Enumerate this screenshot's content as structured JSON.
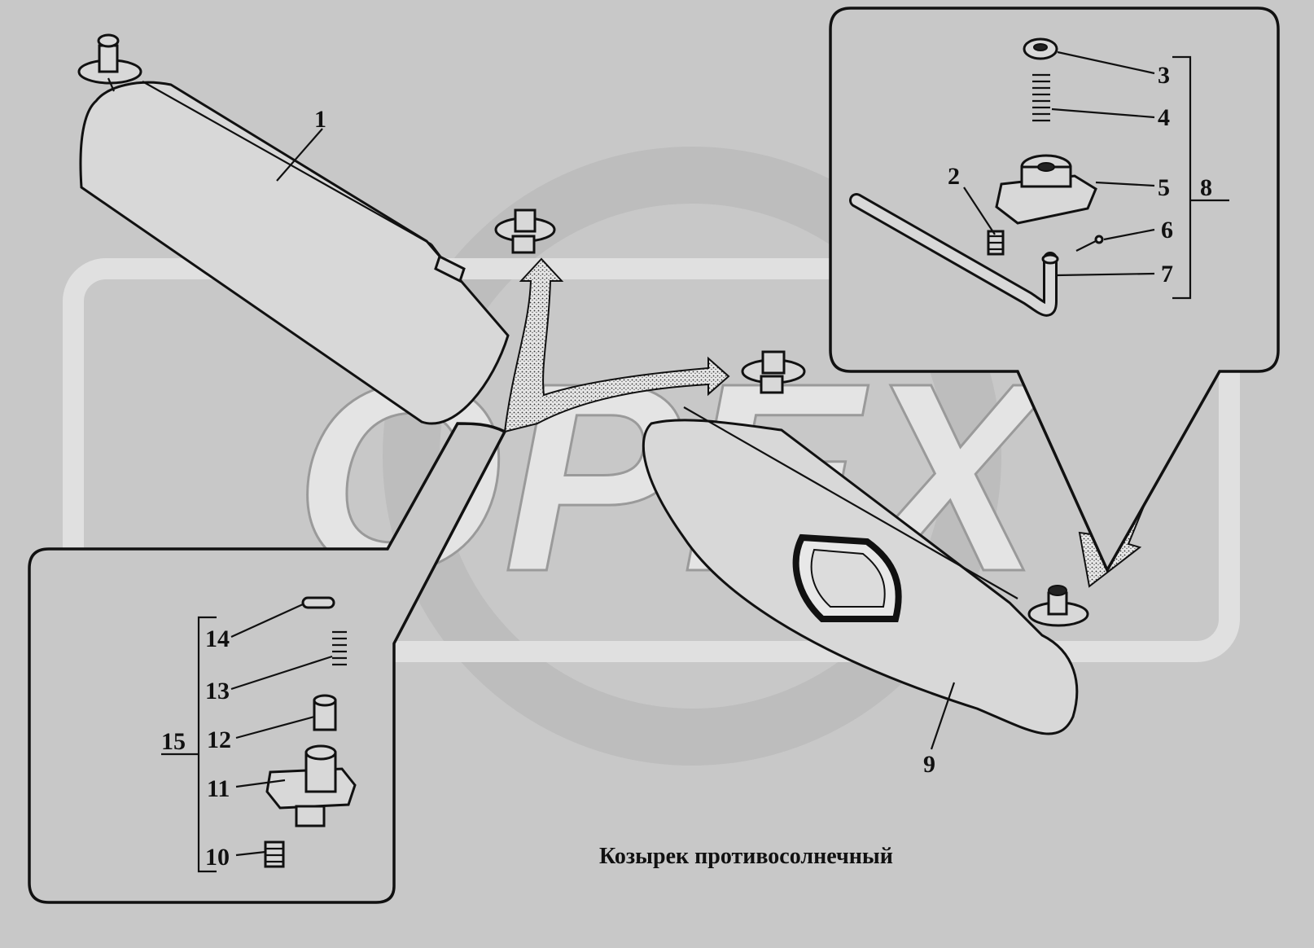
{
  "caption": "Козырек противосолнечный",
  "watermark": "OPEX",
  "labels": [
    {
      "id": "1",
      "text": "1"
    },
    {
      "id": "2",
      "text": "2"
    },
    {
      "id": "3",
      "text": "3"
    },
    {
      "id": "4",
      "text": "4"
    },
    {
      "id": "5",
      "text": "5"
    },
    {
      "id": "6",
      "text": "6"
    },
    {
      "id": "7",
      "text": "7"
    },
    {
      "id": "8",
      "text": "8"
    },
    {
      "id": "9",
      "text": "9"
    },
    {
      "id": "10",
      "text": "10"
    },
    {
      "id": "11",
      "text": "11"
    },
    {
      "id": "12",
      "text": "12"
    },
    {
      "id": "13",
      "text": "13"
    },
    {
      "id": "14",
      "text": "14"
    },
    {
      "id": "15",
      "text": "15"
    }
  ],
  "colors": {
    "background": "#c8c8c8",
    "watermark": "#e4e4e4",
    "ink": "#111111"
  }
}
